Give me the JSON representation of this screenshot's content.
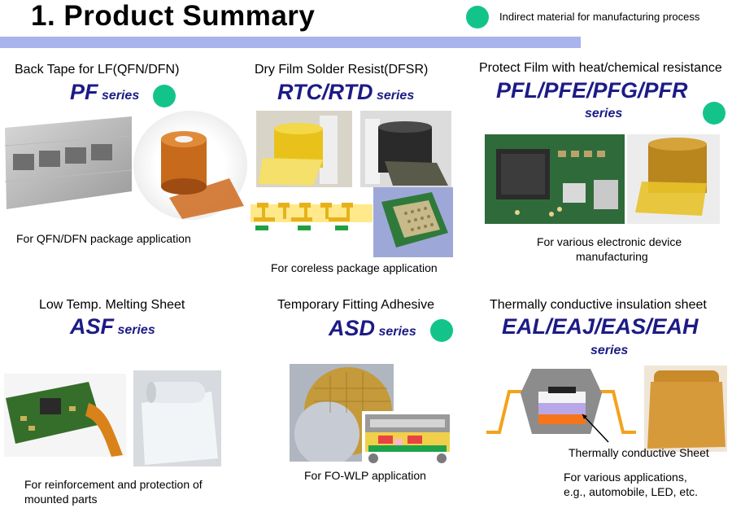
{
  "header": {
    "title": "1. Product Summary",
    "legend": "Indirect material for manufacturing process",
    "legend_color": "#13c48a",
    "bar_color": "#a9b3ec"
  },
  "products": {
    "pf": {
      "name": "Back Tape for LF(QFN/DFN)",
      "series": "PF",
      "suffix": " series",
      "desc": "For QFN/DFN package application"
    },
    "rtc": {
      "name": "Dry Film Solder Resist(DFSR)",
      "series": "RTC/RTD",
      "suffix": " series",
      "desc": "For coreless package application"
    },
    "pfl": {
      "name": "Protect Film with heat/chemical resistance",
      "series": "PFL/PFE/PFG/PFR",
      "suffix": "series",
      "desc1": "For various electronic device",
      "desc2": "manufacturing"
    },
    "asf": {
      "name": "Low Temp. Melting Sheet",
      "series": "ASF",
      "suffix": " series",
      "desc1": "For reinforcement and protection of",
      "desc2": "mounted parts"
    },
    "asd": {
      "name": "Temporary Fitting Adhesive",
      "series": "ASD",
      "suffix": " series",
      "desc": "For FO-WLP application"
    },
    "eal": {
      "name": "Thermally conductive insulation sheet",
      "series": "EAL/EAJ/EAS/EAH",
      "suffix": "series",
      "callout": "Thermally conductive  Sheet",
      "desc1": "For various applications,",
      "desc2": "e.g., automobile, LED, etc."
    }
  },
  "series_color": "#1c1b86"
}
